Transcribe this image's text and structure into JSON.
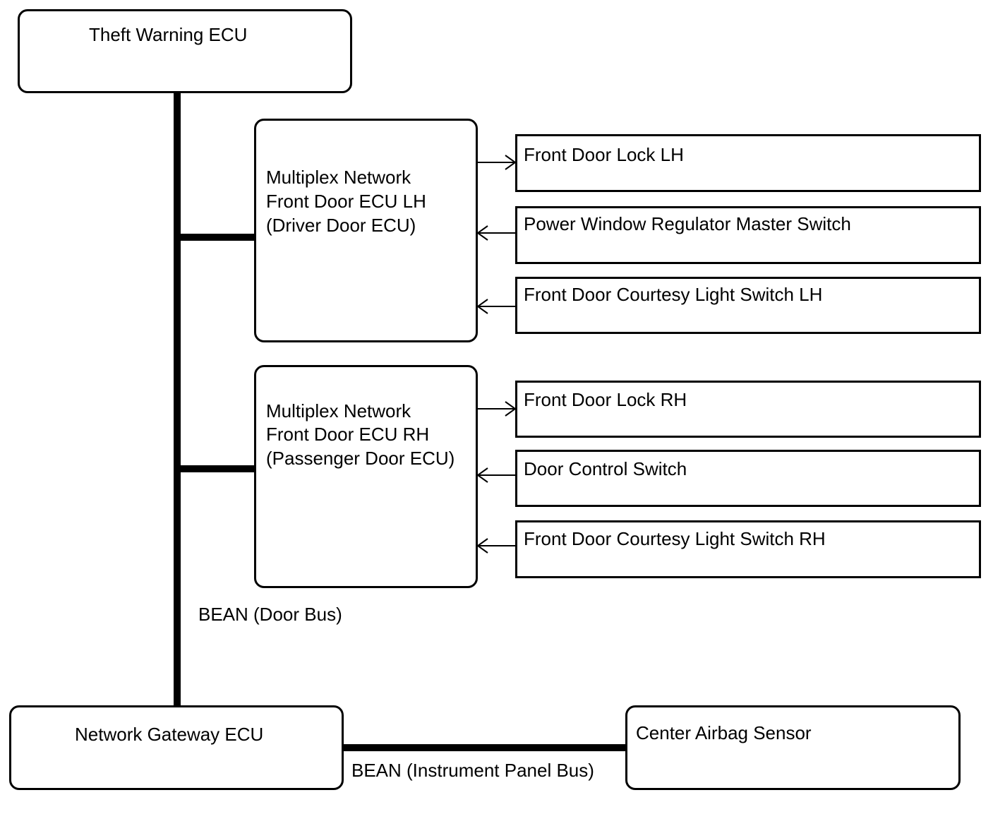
{
  "nodes": {
    "theft_warning_ecu": "Theft Warning ECU",
    "front_door_ecu_lh": {
      "line1": "Multiplex Network",
      "line2": "Front Door ECU LH",
      "line3": "(Driver Door ECU)"
    },
    "front_door_ecu_rh": {
      "line1": "Multiplex Network",
      "line2": "Front Door ECU RH",
      "line3": "(Passenger Door ECU)"
    },
    "front_door_lock_lh": "Front Door Lock LH",
    "power_window_master_switch": "Power Window Regulator Master Switch",
    "courtesy_light_switch_lh": "Front Door Courtesy Light Switch LH",
    "front_door_lock_rh": "Front Door Lock RH",
    "door_control_switch": "Door Control Switch",
    "courtesy_light_switch_rh": "Front Door Courtesy Light Switch RH",
    "network_gateway_ecu": "Network Gateway ECU",
    "center_airbag_sensor": "Center Airbag Sensor"
  },
  "buses": {
    "door_bus": "BEAN (Door Bus)",
    "instrument_panel_bus": "BEAN (Instrument Panel Bus)"
  },
  "edges": [
    {
      "from": "front_door_ecu_lh",
      "to": "front_door_lock_lh",
      "direction": "to-device"
    },
    {
      "from": "power_window_master_switch",
      "to": "front_door_ecu_lh",
      "direction": "to-ecu"
    },
    {
      "from": "courtesy_light_switch_lh",
      "to": "front_door_ecu_lh",
      "direction": "to-ecu"
    },
    {
      "from": "front_door_ecu_rh",
      "to": "front_door_lock_rh",
      "direction": "to-device"
    },
    {
      "from": "door_control_switch",
      "to": "front_door_ecu_rh",
      "direction": "to-ecu"
    },
    {
      "from": "courtesy_light_switch_rh",
      "to": "front_door_ecu_rh",
      "direction": "to-ecu"
    }
  ],
  "colors": {
    "line": "#000000",
    "background": "#ffffff"
  }
}
